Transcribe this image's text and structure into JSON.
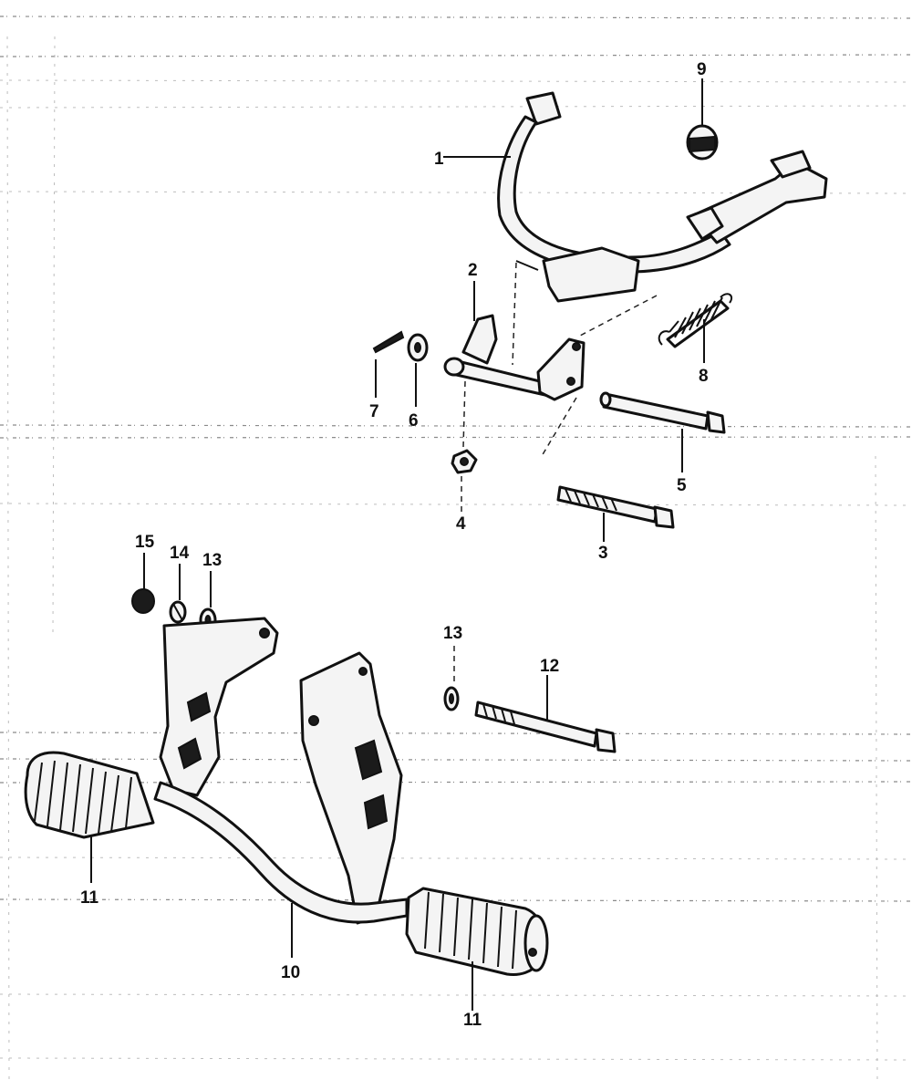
{
  "diagram": {
    "callouts": {
      "c1": "1",
      "c2": "2",
      "c3": "3",
      "c4": "4",
      "c5": "5",
      "c6": "6",
      "c7": "7",
      "c8": "8",
      "c9": "9",
      "c10": "10",
      "c11a": "11",
      "c11b": "11",
      "c12": "12",
      "c13a": "13",
      "c13b": "13",
      "c14": "14",
      "c15": "15"
    }
  }
}
